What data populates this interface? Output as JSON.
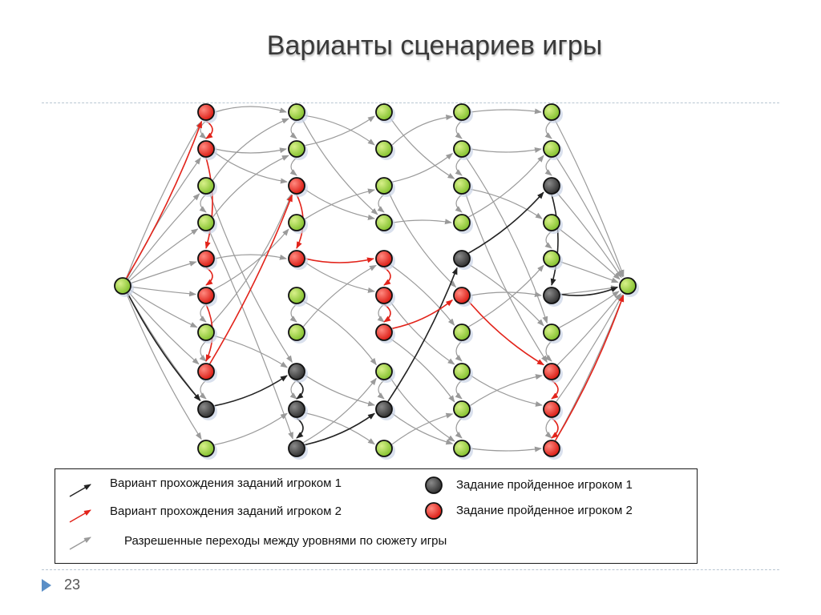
{
  "title": "Варианты сценариев игры",
  "page_number": "23",
  "legend": {
    "items": [
      {
        "type": "arrow",
        "color": "#222222",
        "label": "Вариант прохождения заданий игроком 1"
      },
      {
        "type": "arrow",
        "color": "#e2231a",
        "label": "Вариант прохождения заданий игроком 2"
      },
      {
        "type": "arrow",
        "color": "#9a9a9a",
        "label": "Разрешенные переходы между уровнями по сюжету игры"
      },
      {
        "type": "node",
        "color": "#3a3a3a",
        "label": "Задание пройденное игроком 1"
      },
      {
        "type": "node",
        "color": "#e2231a",
        "label": "Задание пройденное игроком 2"
      }
    ]
  },
  "colors": {
    "node_default": "#8fc93a",
    "node_player1": "#3a3a3a",
    "node_player2": "#e2231a",
    "arrow_allowed": "#9a9a9a",
    "arrow_player1": "#222222",
    "arrow_player2": "#e2231a"
  },
  "graph": {
    "start": {
      "id": "S",
      "state": "default"
    },
    "end": {
      "id": "E",
      "state": "default"
    },
    "levels": [
      [
        "r",
        "r",
        "g",
        "g",
        "r",
        "r",
        "g",
        "r",
        "b",
        "g"
      ],
      [
        "g",
        "g",
        "r",
        "g",
        "r",
        "g",
        "g",
        "b",
        "b",
        "b"
      ],
      [
        "g",
        "g",
        "g",
        "g",
        "r",
        "r",
        "r",
        "g",
        "b",
        "g"
      ],
      [
        "g",
        "g",
        "g",
        "g",
        "b",
        "r",
        "g",
        "g",
        "g",
        "g"
      ],
      [
        "g",
        "g",
        "b",
        "g",
        "g",
        "b",
        "g",
        "r",
        "r",
        "r"
      ]
    ],
    "player1_path": [
      "S",
      "L0-8",
      "L1-7",
      "L1-8",
      "L1-9",
      "L2-8",
      "L3-4",
      "L4-2",
      "L4-5",
      "E"
    ],
    "player2_path": [
      "S",
      "L0-0",
      "L0-1",
      "L0-4",
      "L0-5",
      "L0-7",
      "L1-2",
      "L1-4",
      "L2-4",
      "L2-5",
      "L2-6",
      "L3-5",
      "L4-7",
      "L4-8",
      "L4-9",
      "E"
    ]
  }
}
